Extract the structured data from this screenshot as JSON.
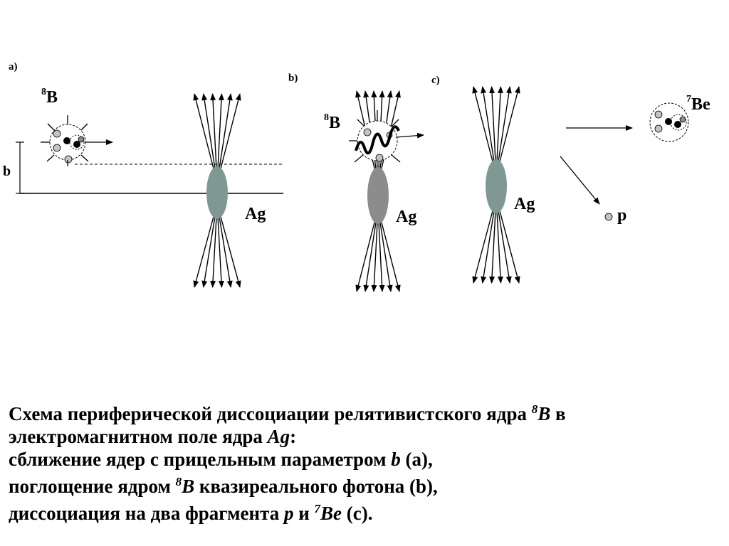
{
  "panels": {
    "a": "a)",
    "b": "b)",
    "c": "c)"
  },
  "labels": {
    "b8_sup": "8",
    "b8_el": "B",
    "impact": "b",
    "ag": "Ag",
    "be7_sup": "7",
    "be7_el": "Be",
    "proton": "p"
  },
  "caption": {
    "l1a": "Схема периферической диссоциации релятивистского ядра ",
    "l1sup": "8",
    "l1it": "B",
    "l1b": " в",
    "l2a": "электромагнитном поле ядра ",
    "l2it": "Ag",
    "l2b": ":",
    "l3a": "сближение ядер с прицельным параметром ",
    "l3it": "b",
    "l3b": " (a),",
    "l4a": "поглощение ядром ",
    "l4sup": "8",
    "l4it": "B",
    "l4b": " квазиреального фотона (b),",
    "l5a": "диссоциация на два фрагмента ",
    "l5it": "p",
    "l5b": " и ",
    "l5sup": "7",
    "l5it2": "Be",
    "l5c": " (c)."
  },
  "colors": {
    "ag_a": "#7f9894",
    "ag_b": "#8c8c8c",
    "ag_c": "#7f9894",
    "nucleon_light": "#bcc7c3",
    "ink": "#000000"
  }
}
